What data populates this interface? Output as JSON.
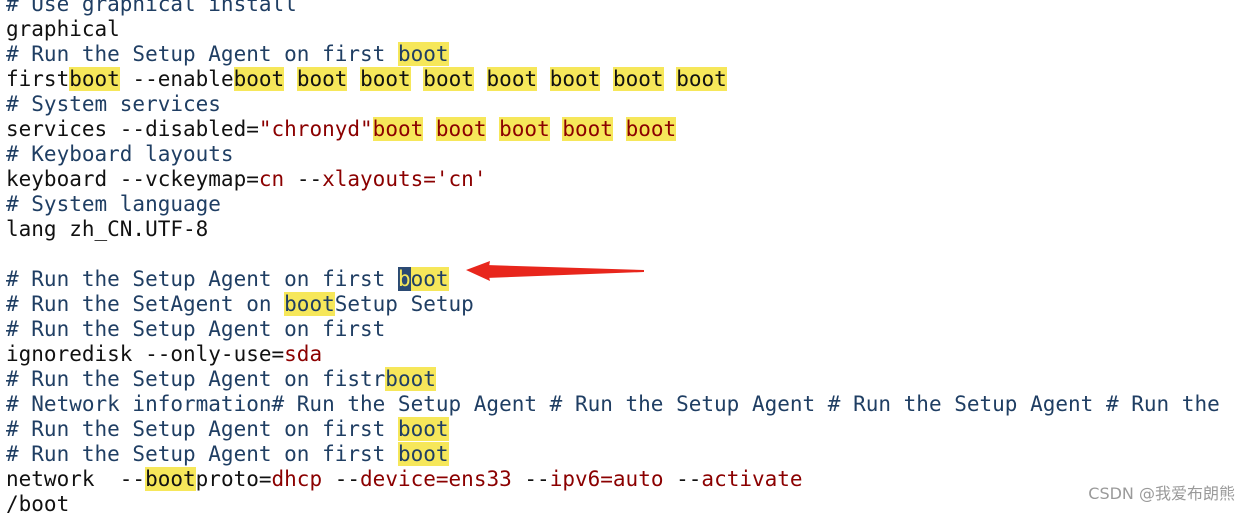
{
  "editor": {
    "lines": [
      [
        {
          "t": "# Use graphical install",
          "c": "comment"
        }
      ],
      [
        {
          "t": "graphical",
          "c": "default"
        }
      ],
      [
        {
          "t": "# Run the Setup Agent on first ",
          "c": "comment"
        },
        {
          "t": "boot",
          "c": "comment",
          "h": true
        }
      ],
      [
        {
          "t": "first",
          "c": "default"
        },
        {
          "t": "boot",
          "c": "default",
          "h": true
        },
        {
          "t": " --enable",
          "c": "default"
        },
        {
          "t": "boot",
          "c": "default",
          "h": true
        },
        {
          "t": " ",
          "c": "default"
        },
        {
          "t": "boot",
          "c": "default",
          "h": true
        },
        {
          "t": " ",
          "c": "default"
        },
        {
          "t": "boot",
          "c": "default",
          "h": true
        },
        {
          "t": " ",
          "c": "default"
        },
        {
          "t": "boot",
          "c": "default",
          "h": true
        },
        {
          "t": " ",
          "c": "default"
        },
        {
          "t": "boot",
          "c": "default",
          "h": true
        },
        {
          "t": " ",
          "c": "default"
        },
        {
          "t": "boot",
          "c": "default",
          "h": true
        },
        {
          "t": " ",
          "c": "default"
        },
        {
          "t": "boot",
          "c": "default",
          "h": true
        },
        {
          "t": " ",
          "c": "default"
        },
        {
          "t": "boot",
          "c": "default",
          "h": true
        }
      ],
      [
        {
          "t": "# System services",
          "c": "comment"
        }
      ],
      [
        {
          "t": "services --disabled=",
          "c": "default"
        },
        {
          "t": "\"chronyd\"",
          "c": "value"
        },
        {
          "t": "boot",
          "c": "value",
          "h": true
        },
        {
          "t": " ",
          "c": "value"
        },
        {
          "t": "boot",
          "c": "value",
          "h": true
        },
        {
          "t": " ",
          "c": "value"
        },
        {
          "t": "boot",
          "c": "value",
          "h": true
        },
        {
          "t": " ",
          "c": "value"
        },
        {
          "t": "boot",
          "c": "value",
          "h": true
        },
        {
          "t": " ",
          "c": "value"
        },
        {
          "t": "boot",
          "c": "value",
          "h": true
        }
      ],
      [
        {
          "t": "# Keyboard layouts",
          "c": "comment"
        }
      ],
      [
        {
          "t": "keyboard --vckeymap=",
          "c": "default"
        },
        {
          "t": "cn",
          "c": "value"
        },
        {
          "t": " --",
          "c": "default"
        },
        {
          "t": "xlayouts='cn'",
          "c": "value"
        }
      ],
      [
        {
          "t": "# System language",
          "c": "comment"
        }
      ],
      [
        {
          "t": "lang zh_CN.UTF-8",
          "c": "default"
        }
      ],
      [
        {
          "t": "",
          "c": "default"
        }
      ],
      [
        {
          "t": "# Run the Setup Agent on first ",
          "c": "comment"
        },
        {
          "t": "b",
          "c": "comment",
          "cursor": true
        },
        {
          "t": "oot",
          "c": "comment",
          "h": true
        }
      ],
      [
        {
          "t": "# Run the SetAgent on ",
          "c": "comment"
        },
        {
          "t": "boot",
          "c": "comment",
          "h": true
        },
        {
          "t": "Setup Setup",
          "c": "comment"
        }
      ],
      [
        {
          "t": "# Run the Setup Agent on first",
          "c": "comment"
        }
      ],
      [
        {
          "t": "ignoredisk --only-use=",
          "c": "default"
        },
        {
          "t": "sda",
          "c": "value"
        }
      ],
      [
        {
          "t": "# Run the Setup Agent on fistr",
          "c": "comment"
        },
        {
          "t": "boot",
          "c": "comment",
          "h": true
        }
      ],
      [
        {
          "t": "# Network information# Run the Setup Agent # Run the Setup Agent # Run the Setup Agent # Run the",
          "c": "comment"
        }
      ],
      [
        {
          "t": "# Run the Setup Agent on first ",
          "c": "comment"
        },
        {
          "t": "boot",
          "c": "comment",
          "h": true
        }
      ],
      [
        {
          "t": "# Run the Setup Agent on first ",
          "c": "comment"
        },
        {
          "t": "boot",
          "c": "comment",
          "h": true
        }
      ],
      [
        {
          "t": "network  --",
          "c": "default"
        },
        {
          "t": "boot",
          "c": "default",
          "h": true
        },
        {
          "t": "proto=",
          "c": "default"
        },
        {
          "t": "dhcp",
          "c": "value"
        },
        {
          "t": " --",
          "c": "default"
        },
        {
          "t": "device=ens33",
          "c": "value"
        },
        {
          "t": " --",
          "c": "default"
        },
        {
          "t": "ipv6=auto",
          "c": "value"
        },
        {
          "t": " --",
          "c": "default"
        },
        {
          "t": "activate",
          "c": "value"
        }
      ],
      [
        {
          "t": "/boot",
          "c": "default"
        }
      ]
    ]
  },
  "annotation": {
    "arrow_color": "#e8261c"
  },
  "watermark": {
    "text": "CSDN @我爱布朗熊"
  },
  "colors": {
    "highlight": "#f6e75a",
    "comment": "#1f3e63",
    "value": "#8b0000",
    "text": "#111111",
    "cursor_bg": "#2b4a73"
  }
}
